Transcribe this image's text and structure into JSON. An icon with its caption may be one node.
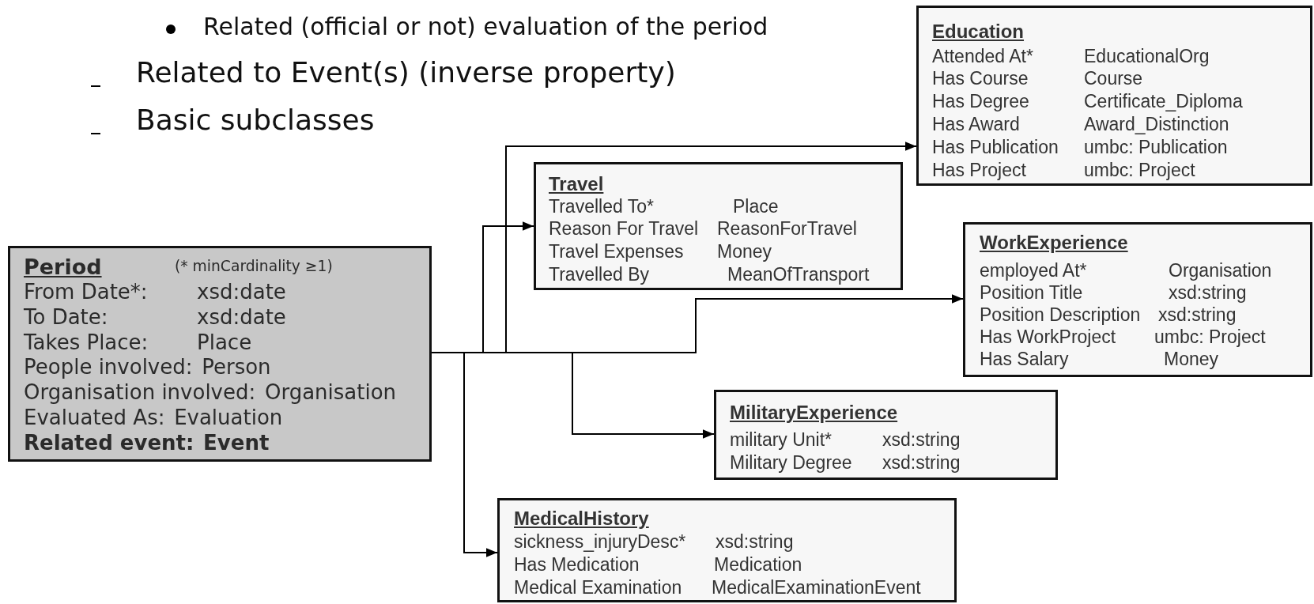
{
  "diagram": {
    "nodes": [
      {
        "text": [
          "Education",
          "Attended At*",
          "EducationalOrg",
          "Has Course",
          "Course",
          "Has Degree",
          "Certificate_Diploma",
          "Has Award",
          "Award_Distinction",
          "Has Publication",
          "umbc: Publication",
          "Has Project",
          "umbc: Project"
        ]
      },
      {
        "text": [
          "Travel",
          "Travelled To*",
          "Place",
          "Reason For Travel",
          "ReasonForTravel",
          "Travel Expenses",
          "Money",
          "Travelled By",
          "MeanOfTransport"
        ]
      },
      {
        "text": [
          "Period",
          "(* minCardinality ≥1)",
          "From Date*:",
          "xsd:date",
          "To Date:",
          "xsd:date",
          "Takes Place:",
          "Place",
          "People involved:",
          "Person",
          "Organisation involved:",
          "Organisation",
          "Evaluated As:",
          "Evaluation",
          "Related event:",
          "Event"
        ]
      },
      {
        "text": [
          "WorkExperience",
          "employed At*",
          "Organisation",
          "Position Title",
          "xsd:string",
          "Position Description",
          "xsd:string",
          "Has WorkProject",
          "umbc: Project",
          "Has Salary",
          "Money"
        ]
      },
      {
        "text": [
          "MilitaryExperience",
          "military Unit*",
          "xsd:string",
          "Military Degree",
          "xsd:string"
        ]
      },
      {
        "text": [
          "MedicalHistory",
          "sickness_injuryDesc*",
          "xsd:string",
          "Has Medication",
          "Medication",
          "Medical Examination",
          "MedicalExaminationEvent"
        ]
      }
    ],
    "edges": [
      {
        "from": 2,
        "to": 1,
        "arrow": "to"
      },
      {
        "from": 2,
        "to": 0,
        "arrow": "to"
      },
      {
        "from": 2,
        "to": 3,
        "arrow": "to"
      },
      {
        "from": 2,
        "to": 4,
        "arrow": "to"
      },
      {
        "from": 2,
        "to": 5,
        "arrow": "to"
      }
    ],
    "labels": [
      "Related (official or not) evaluation of the period",
      "Related to Event(s) (inverse property)",
      "Basic subclasses"
    ]
  }
}
